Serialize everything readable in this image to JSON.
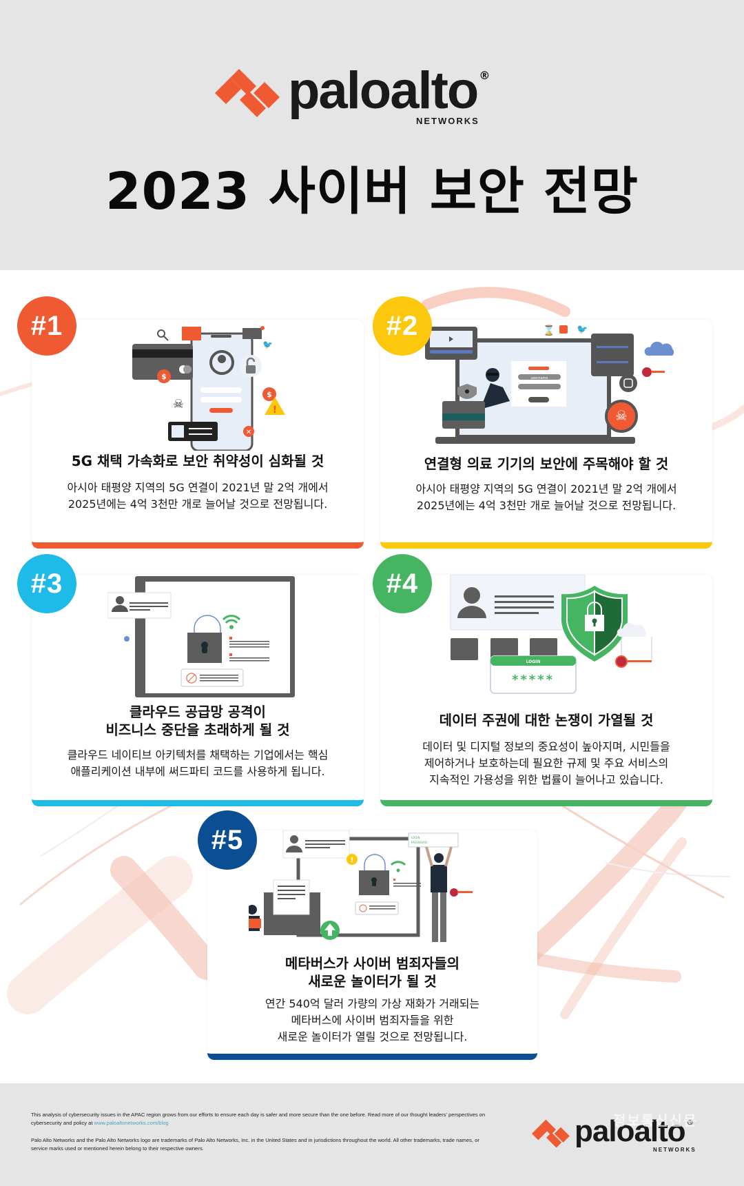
{
  "header": {
    "brand": "paloalto",
    "brand_sub": "NETWORKS",
    "registered": "®",
    "title": "2023 사이버 보안 전망"
  },
  "colors": {
    "orange": "#f05a33",
    "yellow": "#fcc80d",
    "cyan": "#1ebbe8",
    "green": "#46b562",
    "navy": "#0a4f94",
    "gray_bg": "#e6e5e6"
  },
  "cards": [
    {
      "badge": "#1",
      "title_lines": [
        "5G 채택 가속화로 보안 취약성이 심화될 것"
      ],
      "body_lines": [
        "아시아 태평양 지역의 5G 연결이 2021년 말 2억 개에서",
        "2025년에는 4억 3천만 개로 늘어날 것으로 전망됩니다."
      ],
      "illustration": "smartphone-credential-theft"
    },
    {
      "badge": "#2",
      "title_lines": [
        "연결형 의료 기기의 보안에 주목해야 할 것"
      ],
      "body_lines": [
        "아시아 태평양 지역의 5G 연결이 2021년 말 2억 개에서",
        "2025년에는 4억 3천만 개로 늘어날 것으로 전망됩니다."
      ],
      "illustration": "hacker-laptop-login",
      "illus_labels": {
        "username": "username",
        "password": "•••••••"
      }
    },
    {
      "badge": "#3",
      "title_lines": [
        "클라우드 공급망 공격이",
        "비즈니스 중단을 초래하게 될 것"
      ],
      "body_lines": [
        "클라우드 네이티브 아키텍처를 채택하는 기업에서는 핵심",
        "애플리케이션 내부에 써드파티 코드를 사용하게 됩니다."
      ],
      "illustration": "tablet-unlocked-padlock"
    },
    {
      "badge": "#4",
      "title_lines": [
        "데이터 주권에 대한 논쟁이 가열될 것"
      ],
      "body_lines": [
        "데이터 및 디지털 정보의 중요성이 높아지며, 시민들을",
        "제어하거나 보호하는데 필요한 규제 및 주요 서비스의",
        "지속적인 가용성을 위한 법률이 늘어나고 있습니다."
      ],
      "illustration": "shield-login",
      "illus_labels": {
        "login": "LOGIN",
        "password": "*****"
      }
    },
    {
      "badge": "#5",
      "title_lines": [
        "메타버스가 사이버 범죄자들의",
        "새로운 놀이터가 될 것"
      ],
      "body_lines": [
        "연간 540억 달러 가량의 가상 재화가 거래되는",
        "메타버스에 사이버 범죄자들을 위한",
        "새로운 놀이터가 열릴 것으로 전망됩니다."
      ],
      "illustration": "metaverse-hackers",
      "illus_labels": {
        "login": "LOGIN",
        "password": "PASSWORD"
      }
    }
  ],
  "footer": {
    "para1": "This analysis of cybersecurity issues in the APAC region grows from our efforts to ensure each day is safer and more secure than the one before. Read more of our thought leaders' perspectives on cybersecurity and policy at ",
    "link": "www.paloaltonetworks.com/blog",
    "para2": "Palo Alto Networks and the Palo Alto Networks logo are trademarks of Palo Alto Networks, Inc. in the United States and in jurisdictions throughout the world. All other trademarks, trade names, or service marks used or mentioned herein belong to their respective owners.",
    "watermark": "정보통신신문"
  }
}
